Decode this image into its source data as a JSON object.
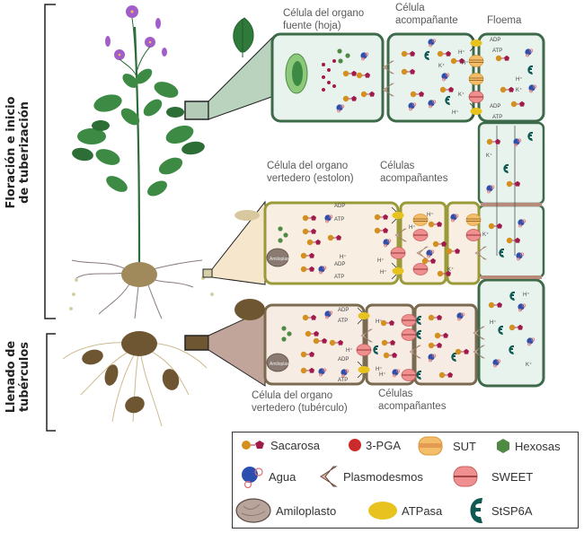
{
  "side_labels": {
    "top": [
      "Floración e inicio",
      "de tuberización"
    ],
    "bottom": [
      "Llenado de",
      "tubérculos"
    ]
  },
  "cell_labels": {
    "source_cell": [
      "Célula del organo",
      "fuente (hoja)"
    ],
    "companion_cell": [
      "Célula",
      "acompañante"
    ],
    "phloem": "Floema",
    "stolon_sink": [
      "Célula del organo",
      "vertedero (estolon)"
    ],
    "stolon_companions": [
      "Células",
      "acompañantes"
    ],
    "tuber_sink": [
      "Célula del organo",
      "vertedero (tubérculo)"
    ],
    "tuber_companions": [
      "Células",
      "acompañantes"
    ]
  },
  "inline_labels": {
    "adp": "ADP",
    "atp": "ATP",
    "h": "H⁺",
    "k": "K⁺",
    "amyloplast": "Amiloplasto"
  },
  "legend": {
    "items": [
      {
        "icon": "sucrose-icon",
        "label": "Sacarosa"
      },
      {
        "icon": "3pga-icon",
        "label": "3-PGA"
      },
      {
        "icon": "sut-icon",
        "label": "SUT"
      },
      {
        "icon": "hexose-icon",
        "label": "Hexosas"
      },
      {
        "icon": "water-icon",
        "label": "Agua"
      },
      {
        "icon": "plasmodesmata-icon",
        "label": "Plasmodesmos"
      },
      {
        "icon": "sweet-icon",
        "label": "SWEET"
      },
      {
        "icon": "amyloplast-icon",
        "label": "Amiloplasto"
      },
      {
        "icon": "atpase-icon",
        "label": "ATPasa"
      },
      {
        "icon": "stsp6a-icon",
        "label": "StSP6A"
      }
    ]
  },
  "colors": {
    "leaf_cell_border": "#3d6b4a",
    "leaf_cell_fill": "#e9f3ee",
    "stolon_border": "#9a9a3a",
    "stolon_fill": "#f8efe2",
    "tuber_border": "#7a6a50",
    "tuber_fill": "#f6ece4",
    "sucrose_glucose": "#d4901e",
    "sucrose_fructose": "#a01a4a",
    "water": "#2a4fae",
    "atpase": "#e8c21e",
    "sut": "#f3bd6a",
    "sweet": "#ef8f8f",
    "stsp6a": "#0e5a52",
    "hexose": "#4f8a45"
  }
}
